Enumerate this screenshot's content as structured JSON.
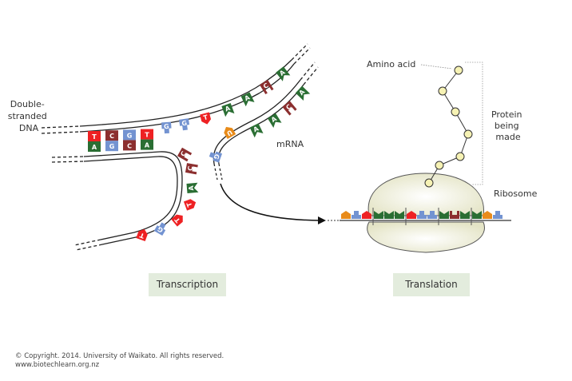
{
  "labels": {
    "double_stranded_dna": [
      "Double-",
      "stranded",
      "DNA"
    ],
    "mrna": "mRNA",
    "amino_acid": "Amino acid",
    "protein_being_made": [
      "Protein",
      "being",
      "made"
    ],
    "ribosome": "Ribosome"
  },
  "stages": {
    "transcription": "Transcription",
    "translation": "Translation"
  },
  "footer": {
    "copyright": "© Copyright. 2014. University of Waikato. All rights reserved.",
    "website": "www.biotechlearn.org.nz"
  },
  "colors": {
    "A": "#2a6e33",
    "T": "#ee2123",
    "C": "#8c2f2f",
    "G": "#7393d1",
    "U": "#e88b1a",
    "ribosome_fill": "#eeeed8",
    "amino_acid_fill": "#f6f2b4",
    "label_bg": "#e3ecdd"
  },
  "dna": {
    "paired_bases": [
      {
        "top": "T",
        "bottom": "A"
      },
      {
        "top": "C",
        "bottom": "G"
      },
      {
        "top": "G",
        "bottom": "C"
      },
      {
        "top": "T",
        "bottom": "A"
      }
    ],
    "coding_strand_unpaired": [
      "G",
      "G",
      "T",
      "A",
      "A",
      "C",
      "A"
    ],
    "template_strand_unpaired": [
      "C",
      "C",
      "A",
      "T",
      "T",
      "G",
      "T"
    ]
  },
  "mrna_bases": [
    "G",
    "U",
    "A",
    "A",
    "C",
    "A"
  ],
  "ribosome_mrna_codons": [
    [
      "U",
      "G",
      "T"
    ],
    [
      "A",
      "A",
      "A"
    ],
    [
      "T",
      "G",
      "G"
    ],
    [
      "A",
      "C",
      "A"
    ],
    [
      "A",
      "U",
      "G"
    ]
  ],
  "amino_acid_count": 7
}
